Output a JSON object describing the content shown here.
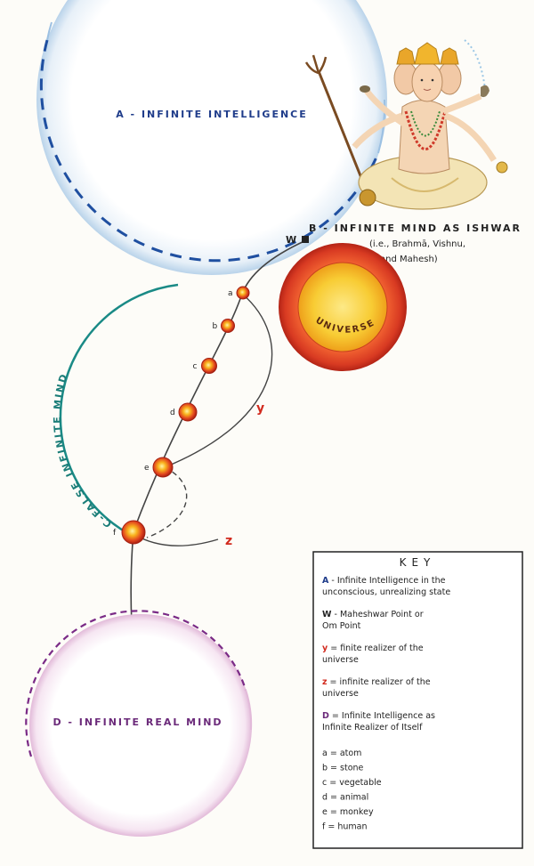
{
  "labels": {
    "infinite_intelligence": "A - INFINITE INTELLIGENCE",
    "ishwar": "B - INFINITE MIND AS ISHWAR",
    "ishwar_sub1": "(i.e., Brahmā, Vishnu,",
    "ishwar_sub2": "and Mahesh)",
    "w_point": "W",
    "universe": "UNIVERSE",
    "false_mind": "C-FALSE INFINITE MIND",
    "real_mind": "D - INFINITE REAL MIND",
    "y": "y",
    "z": "z"
  },
  "stages": [
    {
      "letter": "a"
    },
    {
      "letter": "b"
    },
    {
      "letter": "c"
    },
    {
      "letter": "d"
    },
    {
      "letter": "e"
    },
    {
      "letter": "f"
    }
  ],
  "key": {
    "title": "KEY",
    "entries": [
      {
        "sym": "A",
        "sep": " - ",
        "color": "#1f3c8a",
        "lines": [
          "Infinite Intelligence in the",
          "unconscious, unrealizing state"
        ]
      },
      {
        "sym": "W",
        "sep": " - ",
        "color": "#222222",
        "lines": [
          "Maheshwar Point or",
          "Om Point"
        ]
      },
      {
        "sym": "y",
        "sep": " = ",
        "color": "#d22a1e",
        "lines": [
          "finite realizer of the",
          "universe"
        ]
      },
      {
        "sym": "z",
        "sep": " = ",
        "color": "#d22a1e",
        "lines": [
          "infinite realizer of the",
          "universe"
        ]
      },
      {
        "sym": "D",
        "sep": " = ",
        "color": "#6b2a7a",
        "lines": [
          "Infinite Intelligence as",
          "Infinite Realizer of Itself"
        ]
      }
    ],
    "stage_legend": [
      {
        "letter": "a",
        "sep": " = ",
        "name": "atom"
      },
      {
        "letter": "b",
        "sep": " = ",
        "name": "stone"
      },
      {
        "letter": "c",
        "sep": " = ",
        "name": "vegetable"
      },
      {
        "letter": "d",
        "sep": " = ",
        "name": "animal"
      },
      {
        "letter": "e",
        "sep": " = ",
        "name": "monkey"
      },
      {
        "letter": "f",
        "sep": " = ",
        "name": "human"
      }
    ]
  },
  "colors": {
    "infinite_intelligence": "#1f4fa0",
    "false_mind": "#1a8a86",
    "real_mind": "#7a2a86",
    "universe_outer": "#d83a22",
    "universe_inner": "#f7c52a",
    "realizer": "#d22a1e"
  }
}
